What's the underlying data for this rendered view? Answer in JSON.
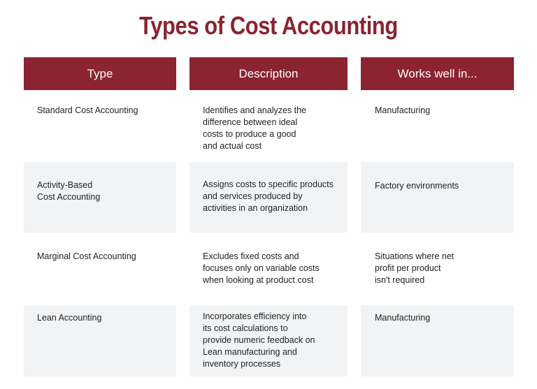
{
  "title": "Types of Cost Accounting",
  "columns": [
    "Type",
    "Description",
    "Works well in..."
  ],
  "rows": [
    {
      "type": "Standard Cost Accounting",
      "description": "Identifies and analyzes the\ndifference between ideal\ncosts to produce a good\nand actual cost",
      "works_well_in": "Manufacturing"
    },
    {
      "type": "Activity-Based\nCost Accounting",
      "description": "Assigns costs to specific products\nand services produced by\nactivities in an organization",
      "works_well_in": "Factory environments"
    },
    {
      "type": "Marginal Cost Accounting",
      "description": "Excludes fixed costs and\nfocuses only on variable costs\nwhen looking at product cost",
      "works_well_in": "Situations where net\nprofit per product\nisn't required"
    },
    {
      "type": "Lean Accounting",
      "description": "Incorporates efficiency into\nits cost calculations to\nprovide numeric feedback on\nLean manufacturing and\ninventory processes",
      "works_well_in": "Manufacturing"
    }
  ],
  "colors": {
    "header_bg": "#8b2331",
    "title": "#8b2331",
    "shaded_row": "#f1f3f5"
  }
}
